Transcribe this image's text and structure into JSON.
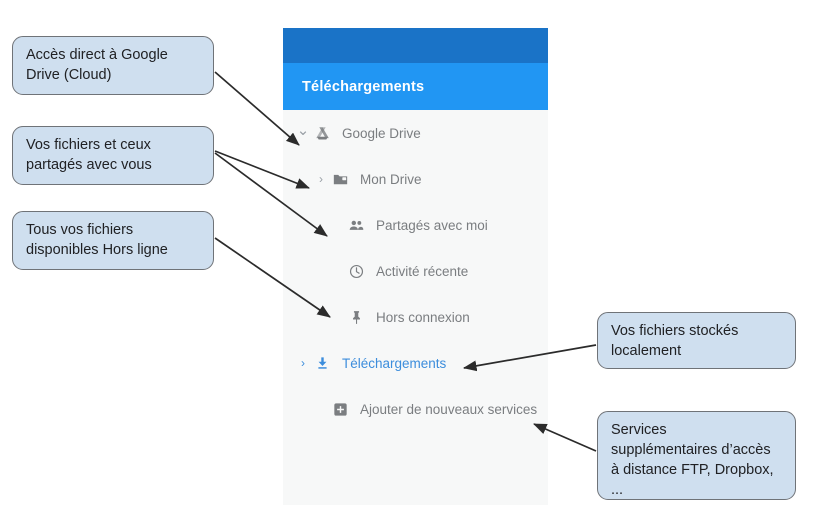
{
  "panel": {
    "header_title": "Téléchargements",
    "colors": {
      "topbar": "#1a73c7",
      "header": "#2196f3",
      "panel_bg": "#f7f8f8",
      "active_item": "#3c8ddc",
      "item_text": "#7a7d80"
    },
    "tree": [
      {
        "label": "Google Drive",
        "icon": "google-drive-icon",
        "chevron": "chevron-down-icon",
        "indent": 0,
        "active": false
      },
      {
        "label": "Mon Drive",
        "icon": "folder-icon",
        "chevron": "chevron-right-icon",
        "indent": 1,
        "active": false
      },
      {
        "label": "Partagés avec moi",
        "icon": "people-icon",
        "chevron": "",
        "indent": 2,
        "active": false
      },
      {
        "label": "Activité récente",
        "icon": "clock-icon",
        "chevron": "",
        "indent": 2,
        "active": false
      },
      {
        "label": "Hors connexion",
        "icon": "pin-icon",
        "chevron": "",
        "indent": 2,
        "active": false
      },
      {
        "label": "Téléchargements",
        "icon": "download-icon",
        "chevron": "chevron-right-icon",
        "indent": 0,
        "active": true
      },
      {
        "label": "Ajouter de nouveaux services",
        "icon": "plus-box-icon",
        "chevron": "",
        "indent": 1,
        "active": false
      }
    ]
  },
  "annotations": {
    "drive": "Accès direct à Google\nDrive (Cloud)",
    "shared": "Vos fichiers et ceux\npartagés avec vous",
    "offline": "Tous vos fichiers\ndisponibles Hors ligne",
    "local": "Vos fichiers stockés\nlocalement",
    "extra": "Services\nsupplémentaires d’accès\nà distance FTP, Dropbox,\n..."
  }
}
